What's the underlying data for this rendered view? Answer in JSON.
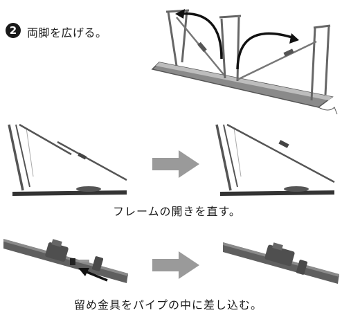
{
  "step": {
    "number": "2",
    "text": "両脚を広げる。"
  },
  "captions": {
    "frame": "フレームの開きを直す。",
    "clip": "留め金具をパイプの中に差し込む。"
  },
  "colors": {
    "arrow_fill": "#9a9a9a",
    "frame_dark": "#555555",
    "badge": "#1a1a1a"
  }
}
